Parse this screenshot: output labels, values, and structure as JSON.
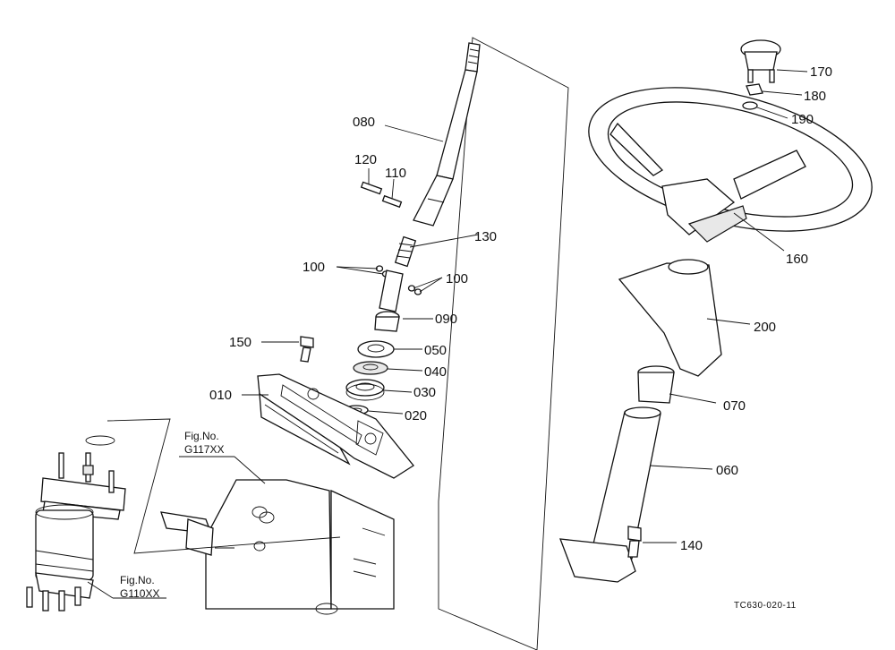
{
  "part_labels": {
    "p010": "010",
    "p020": "020",
    "p030": "030",
    "p040": "040",
    "p050": "050",
    "p060": "060",
    "p070": "070",
    "p080": "080",
    "p090": "090",
    "p100a": "100",
    "p100b": "100",
    "p110": "110",
    "p120": "120",
    "p130": "130",
    "p140": "140",
    "p150": "150",
    "p160": "160",
    "p170": "170",
    "p180": "180",
    "p190": "190",
    "p200": "200"
  },
  "references": {
    "fig_a_caption": "Fig.No.",
    "fig_a_number": "G117XX",
    "fig_b_caption": "Fig.No.",
    "fig_b_number": "G110XX"
  },
  "drawing_code": "TC630-020-11"
}
